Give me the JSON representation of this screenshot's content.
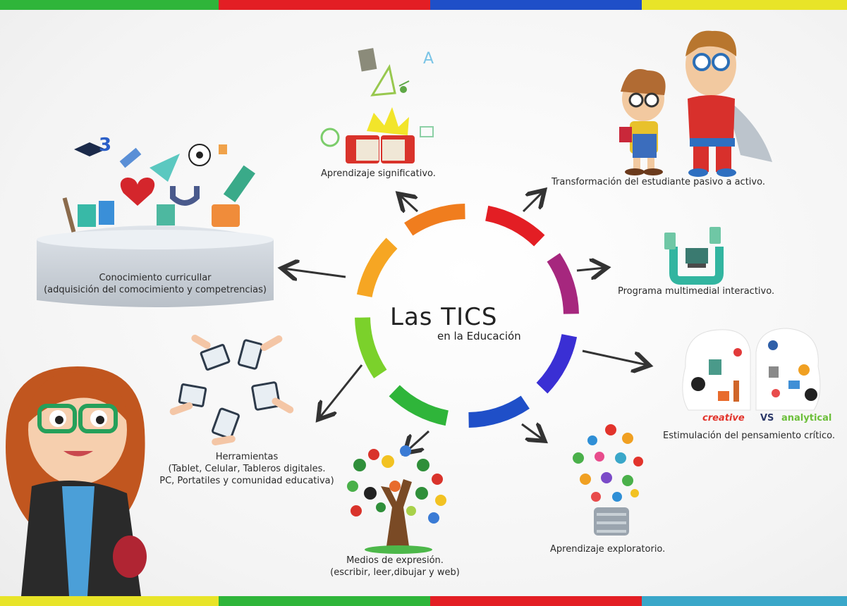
{
  "colors": {
    "green": "#2fb53a",
    "red": "#e31e24",
    "blue": "#1f4fc8",
    "yellow": "#e8e428",
    "cyan": "#3aa7c9",
    "ring": [
      "#e31e24",
      "#a6277e",
      "#3a2fd4",
      "#1f4fc8",
      "#2fb53a",
      "#7bd12b",
      "#f6a623",
      "#f07d1e"
    ]
  },
  "center": {
    "title": "Las TICS",
    "subtitle": "en la Educación"
  },
  "nodes": {
    "aprendizaje_significativo": "Aprendizaje significativo.",
    "transformacion": "Transformación del estudiante pasivo a activo.",
    "programa": "Programa multimedial interactivo.",
    "conocimiento_1": "Conocimiento curricullar",
    "conocimiento_2": "(adquisición del comocimiento y competrencias)",
    "estimulacion": "Estimulación del pensamiento crítico.",
    "herramientas_1": "Herramientas",
    "herramientas_2": "(Tablet, Celular, Tableros digitales.",
    "herramientas_3": "PC, Portatiles y comunidad educativa)",
    "medios_1": "Medios de expresión.",
    "medios_2": "(escribir, leer,dibujar y web)",
    "exploratorio": "Aprendizaje exploratorio."
  },
  "creative_vs": {
    "creative": "creative",
    "vs": "VS",
    "analytical": "analytical"
  }
}
